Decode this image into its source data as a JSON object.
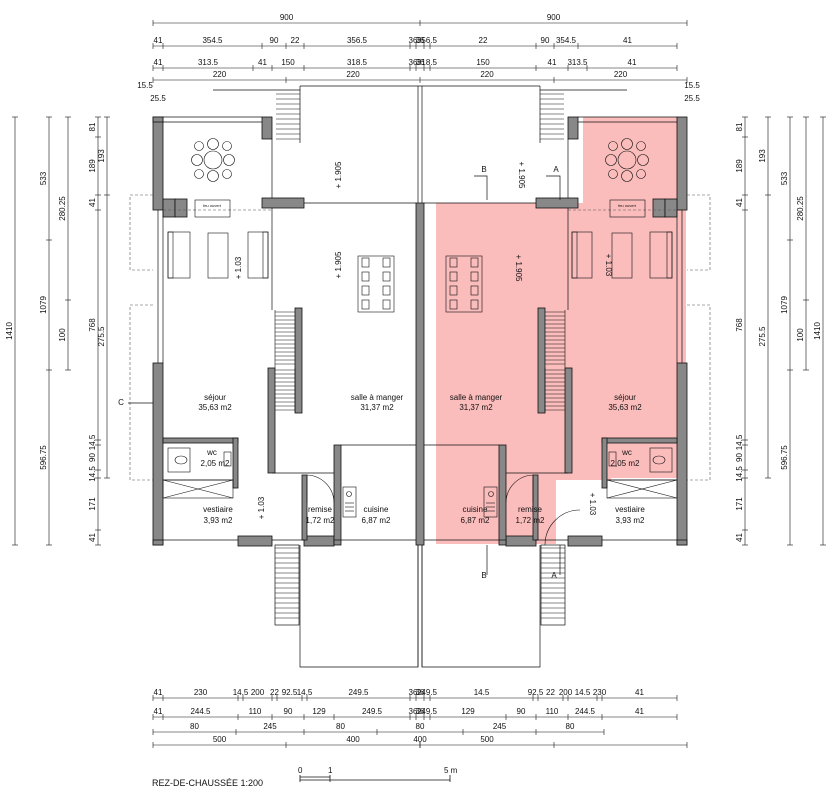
{
  "title": "REZ-DE-CHAUSSÉE 1:200",
  "scale_bar": {
    "labels": [
      "0",
      "1",
      "5 m"
    ]
  },
  "dimensions": {
    "top_total": [
      "900",
      "900"
    ],
    "top_row1": [
      "41",
      "354.5",
      "90",
      "22",
      "356.5",
      "36",
      "36",
      "356.5",
      "22",
      "90",
      "354.5",
      "41"
    ],
    "top_row2": [
      "41",
      "313.5",
      "41",
      "150",
      "318.5",
      "36",
      "36",
      "318.5",
      "150",
      "41",
      "313.5",
      "41"
    ],
    "top_row3": [
      "220",
      "220",
      "220",
      "220"
    ],
    "top_offsets": [
      "15.5",
      "25.5",
      "15.5",
      "25.5"
    ],
    "bottom_row1": [
      "41",
      "230",
      "14.5",
      "200",
      "22",
      "92.5",
      "14.5",
      "249.5",
      "36",
      "36",
      "249.5",
      "14.5",
      "92.5",
      "22",
      "200",
      "14.5",
      "230",
      "41"
    ],
    "bottom_row2": [
      "41",
      "244.5",
      "110",
      "90",
      "129",
      "249.5",
      "36",
      "36",
      "249.5",
      "129",
      "90",
      "110",
      "244.5",
      "41"
    ],
    "bottom_row3": [
      "80",
      "245",
      "80",
      "80",
      "245",
      "80"
    ],
    "bottom_row4": [
      "500",
      "400",
      "400",
      "500"
    ],
    "left_total": "1410",
    "left_col1": [
      "533",
      "1079",
      "596.75"
    ],
    "left_col2": [
      "280.25",
      "100"
    ],
    "left_col3": [
      "81",
      "189",
      "41",
      "768",
      "14.5",
      "90",
      "14.5",
      "171",
      "41"
    ],
    "left_col4": [
      "193",
      "275.5"
    ],
    "right_total": "1410",
    "right_col1": [
      "533",
      "1079",
      "596.75"
    ],
    "right_col2": [
      "280.25",
      "100"
    ],
    "right_col3": [
      "81",
      "189",
      "41",
      "768",
      "14.5",
      "90",
      "14.5",
      "171",
      "41"
    ],
    "right_col4": [
      "193",
      "275.5"
    ]
  },
  "levels": {
    "l1": "+ 1.905",
    "l2": "+ 1.905",
    "l3": "+ 1.905",
    "l4": "+ 1.905",
    "l5": "+ 1.03",
    "l6": "+ 1.03",
    "l7": "+ 1.03",
    "l8": "+ 1.03"
  },
  "sections": {
    "a1": "A",
    "a2": "A",
    "b1": "B",
    "b2": "B",
    "c": "C"
  },
  "fireplace": "feu ouvert",
  "left_unit": {
    "sejour": {
      "name": "séjour",
      "area": "35,63 m2"
    },
    "salle": {
      "name": "salle à manger",
      "area": "31,37 m2"
    },
    "wc": {
      "name": "wc",
      "area": "2,05 m2"
    },
    "vestiaire": {
      "name": "vestiaire",
      "area": "3,93 m2"
    },
    "remise": {
      "name": "remise",
      "area": "1,72 m2"
    },
    "cuisine": {
      "name": "cuisine",
      "area": "6,87 m2"
    }
  },
  "right_unit": {
    "sejour": {
      "name": "séjour",
      "area": "35,63 m2"
    },
    "salle": {
      "name": "salle à manger",
      "area": "31,37 m2"
    },
    "wc": {
      "name": "wc",
      "area": "2,05 m2"
    },
    "vestiaire": {
      "name": "vestiaire",
      "area": "3,93 m2"
    },
    "remise": {
      "name": "remise",
      "area": "1,72 m2"
    },
    "cuisine": {
      "name": "cuisine",
      "area": "6,87 m2"
    }
  },
  "colors": {
    "highlight": "#fbbcbc",
    "wall": "#888888",
    "line": "#111111"
  }
}
